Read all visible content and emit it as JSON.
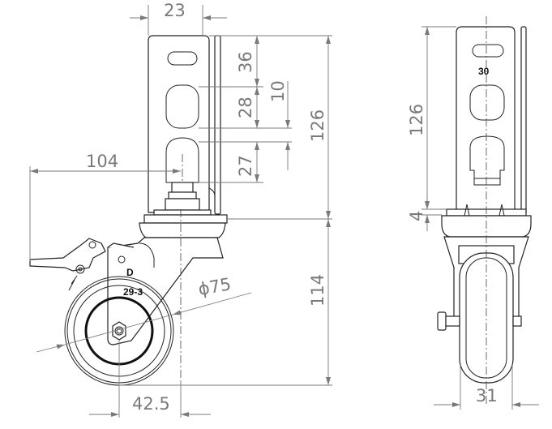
{
  "dimensions": {
    "bracket_width": "23",
    "slot_top_offset": "36",
    "slot_pitch": "28",
    "slot_gap": "10",
    "slot_lower": "27",
    "bracket_height_side": "126",
    "lever_reach": "104",
    "wheel_height": "114",
    "wheel_diameter": "ϕ75",
    "offset": "42.5",
    "bracket_height_front": "126",
    "plate_thickness": "4",
    "wheel_width": "31"
  },
  "labels": {
    "bracket_marking": "30",
    "fork_marking": "29-3",
    "logo": "D"
  }
}
